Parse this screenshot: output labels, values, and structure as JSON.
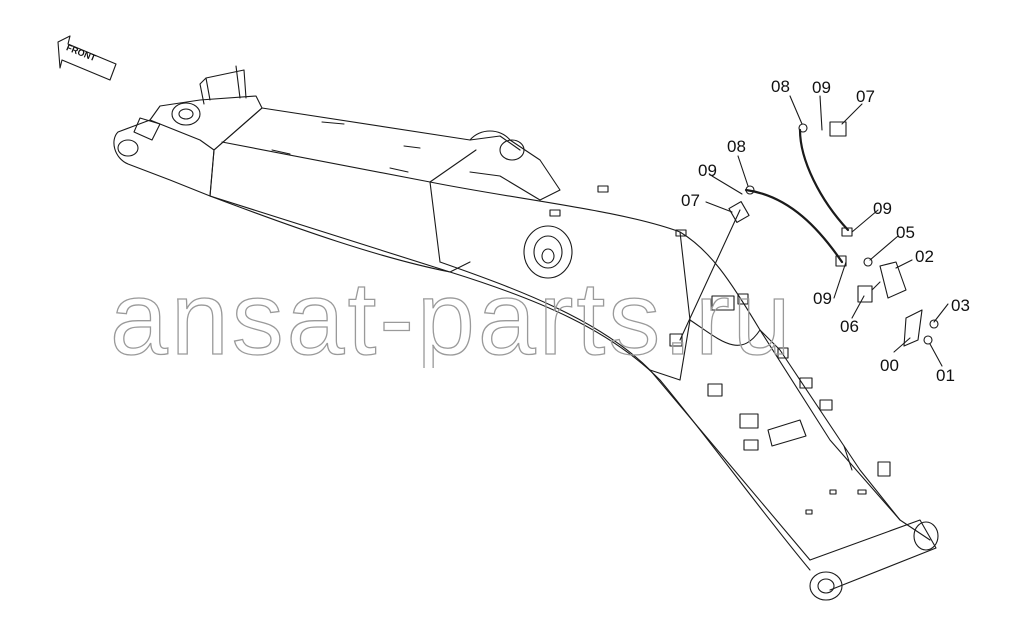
{
  "direction_label": "FRONT",
  "watermark": "ansat-parts.ru",
  "callouts": [
    {
      "id": "top-08",
      "text": "08"
    },
    {
      "id": "top-09",
      "text": "09"
    },
    {
      "id": "top-07",
      "text": "07"
    },
    {
      "id": "mid-08",
      "text": "08"
    },
    {
      "id": "mid-09",
      "text": "09"
    },
    {
      "id": "mid-07",
      "text": "07"
    },
    {
      "id": "right-09",
      "text": "09"
    },
    {
      "id": "right-05",
      "text": "05"
    },
    {
      "id": "right-02",
      "text": "02"
    },
    {
      "id": "low-09",
      "text": "09"
    },
    {
      "id": "low-06",
      "text": "06"
    },
    {
      "id": "right-03",
      "text": "03"
    },
    {
      "id": "low-00",
      "text": "00"
    },
    {
      "id": "low-01",
      "text": "01"
    }
  ],
  "colors": {
    "line": "#1a1a1a",
    "watermark_stroke": "#9a9a9a",
    "background": "#ffffff"
  }
}
